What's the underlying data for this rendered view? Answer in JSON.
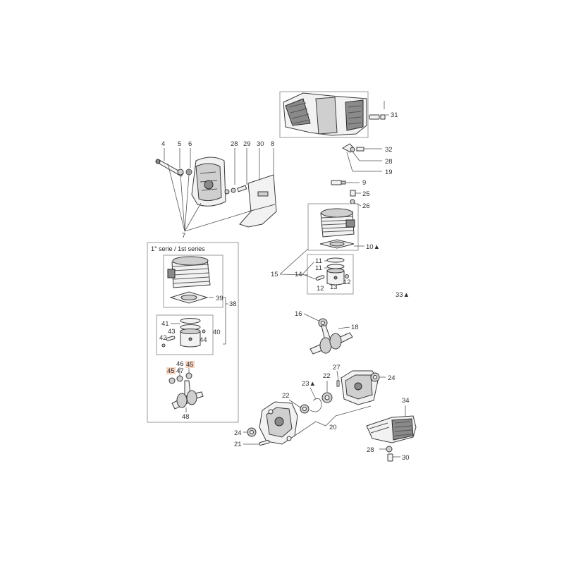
{
  "series_title": "1° serie / 1st series",
  "highlight_color": "#f6d3bf",
  "callouts": {
    "c4": "4",
    "c5": "5",
    "c6": "6",
    "c28a": "28",
    "c29": "29",
    "c30a": "30",
    "c8": "8",
    "c7": "7",
    "c31": "31",
    "c32": "32",
    "c28b": "28",
    "c19": "19",
    "c9": "9",
    "c25": "25",
    "c26": "26",
    "c10": "10▲",
    "c15": "15",
    "c14": "14",
    "c11a": "11",
    "c11b": "11",
    "c12a": "12",
    "c13": "13",
    "c12b": "12",
    "c33": "33▲",
    "c16": "16",
    "c18": "18",
    "c39": "39",
    "c38": "38",
    "c41": "41",
    "c43": "43",
    "c40": "40",
    "c42": "42",
    "c44": "44",
    "c46": "46",
    "c45a": "45",
    "c45b": "45",
    "c47": "47",
    "c48": "48",
    "c22a": "22",
    "c27": "27",
    "c23": "23▲",
    "c22b": "22",
    "c24a": "24",
    "c34": "34",
    "c20": "20",
    "c24b": "24",
    "c21": "21",
    "c28c": "28",
    "c30b": "30"
  }
}
